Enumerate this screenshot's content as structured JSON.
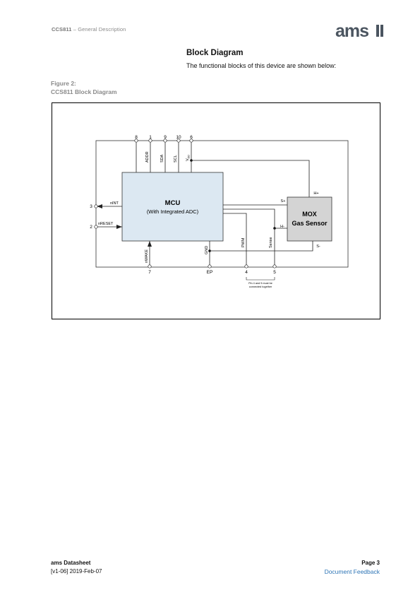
{
  "header": {
    "product": "CCS811",
    "separator": "–",
    "section": "General Description",
    "logo_text": "ams",
    "logo_color": "#4b5560"
  },
  "section": {
    "title": "Block Diagram",
    "intro": "The functional blocks of this device are shown below:"
  },
  "figure": {
    "number": "Figure 2:",
    "caption": "CCS811 Block Diagram"
  },
  "diagram": {
    "mcu_title": "MCU",
    "mcu_subtitle": "(With Integrated ADC)",
    "mcu_fill": "#dce8f2",
    "sensor_title": "MOX",
    "sensor_subtitle": "Gas Sensor",
    "sensor_fill": "#d4d4d4",
    "top_pins": [
      "8",
      "1",
      "9",
      "10",
      "6"
    ],
    "top_signals": [
      "ADDR",
      "SDA",
      "SCL",
      "V",
      "DD"
    ],
    "left_pins": [
      "3",
      "2"
    ],
    "left_signals": [
      "nINT",
      "nRESET"
    ],
    "bottom_pins": [
      "7",
      "EP",
      "4",
      "5"
    ],
    "bottom_signals": [
      "nWAKE",
      "GND",
      "PWM",
      "Sense"
    ],
    "sensor_terminals": [
      "H+",
      "S+",
      "H-",
      "S-"
    ],
    "note_line1": "Pin 4 and 5 must be",
    "note_line2": "connected together"
  },
  "footer": {
    "doc_title": "ams Datasheet",
    "version": "[v1-06] 2019-Feb-07",
    "page": "Page 3",
    "feedback": "Document Feedback",
    "feedback_color": "#2e75b6"
  }
}
